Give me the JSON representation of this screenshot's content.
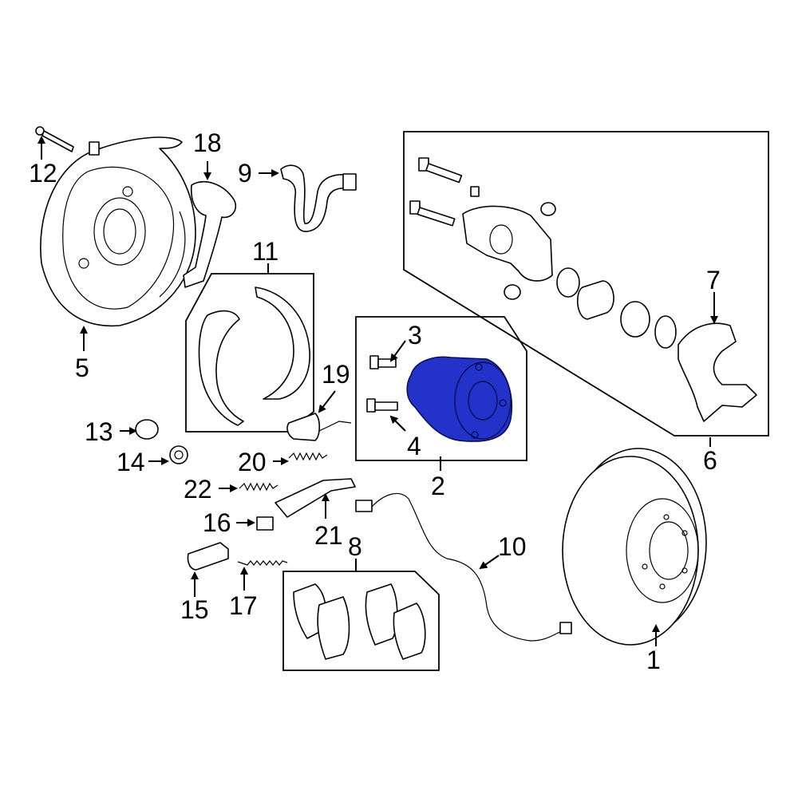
{
  "colors": {
    "highlight": "#2332c8",
    "line": "#000000",
    "background": "#ffffff"
  },
  "highlighted_part": "2",
  "callouts": {
    "c1": "1",
    "c2": "2",
    "c3": "3",
    "c4": "4",
    "c5": "5",
    "c6": "6",
    "c7": "7",
    "c8": "8",
    "c9": "9",
    "c10": "10",
    "c11": "11",
    "c12": "12",
    "c13": "13",
    "c14": "14",
    "c15": "15",
    "c16": "16",
    "c17": "17",
    "c18": "18",
    "c19": "19",
    "c20": "20",
    "c21": "21",
    "c22": "22"
  }
}
